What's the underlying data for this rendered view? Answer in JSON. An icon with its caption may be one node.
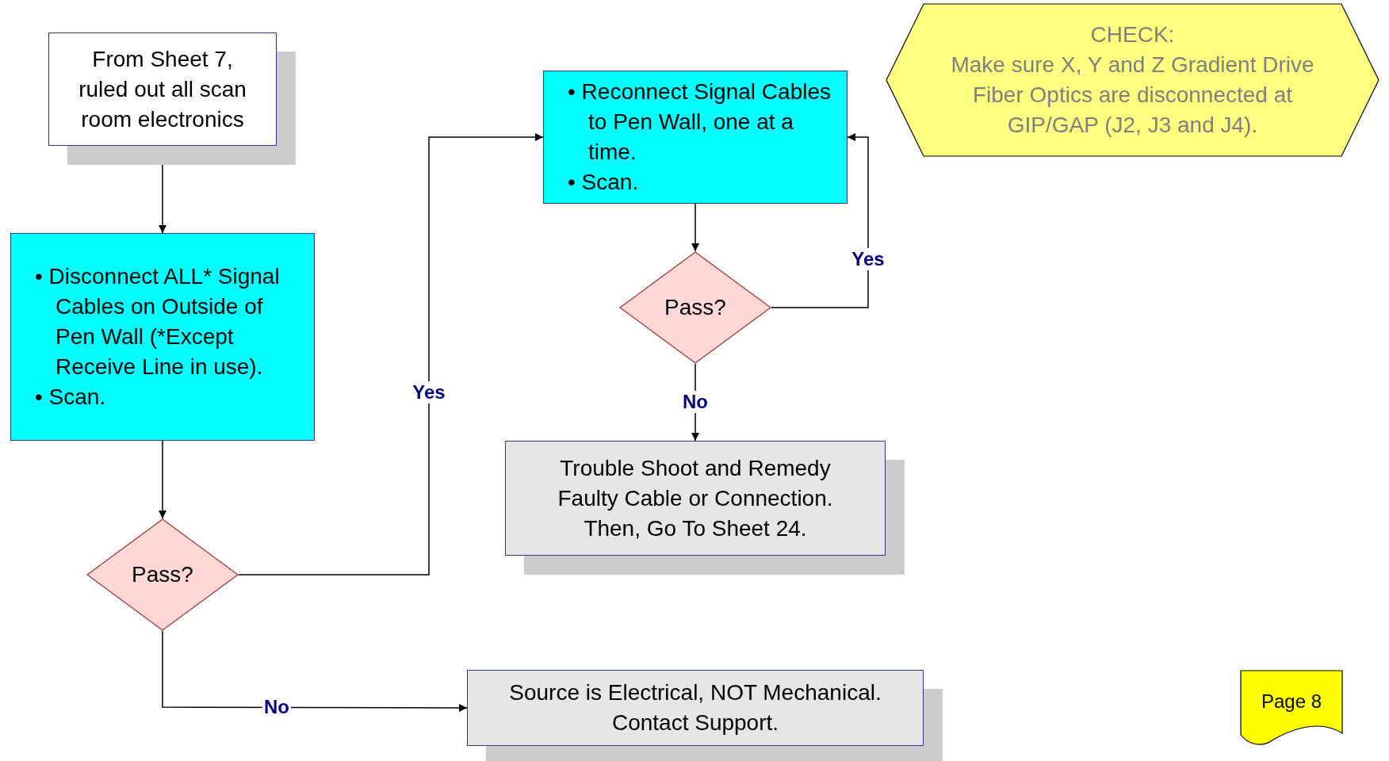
{
  "diagram": {
    "nodes": [
      {
        "text": [
          "From Sheet 7, ruled out all scan room electronics"
        ]
      },
      {
        "text": [
          "• Disconnect ALL* Signal Cables on Outside of Pen Wall (*Except Receive Line in use).",
          "• Scan."
        ]
      },
      {
        "text": [
          "Pass?"
        ]
      },
      {
        "text": [
          "• Reconnect Signal Cables to Pen Wall, one at a time.",
          "• Scan."
        ]
      },
      {
        "text": [
          "Pass?"
        ]
      },
      {
        "text": [
          "Trouble Shoot and Remedy Faulty Cable or Connection. Then, Go To Sheet 24."
        ]
      },
      {
        "text": [
          "Source is Electrical, NOT Mechanical. Contact Support."
        ]
      },
      {
        "text": [
          "CHECK:",
          "Make sure X, Y and Z Gradient Drive Fiber Optics are disconnected at GIP/GAP (J2, J3 and J4)."
        ]
      },
      {
        "text": [
          "Page 8"
        ]
      }
    ],
    "edges": [
      {
        "from": 0,
        "to": 1,
        "arrow": "to"
      },
      {
        "from": 1,
        "to": 2,
        "arrow": "to"
      },
      {
        "from": 2,
        "to": 3,
        "arrow": "to",
        "label": "Yes"
      },
      {
        "from": 2,
        "to": 6,
        "arrow": "to",
        "label": "No"
      },
      {
        "from": 3,
        "to": 4,
        "arrow": "to"
      },
      {
        "from": 4,
        "to": 3,
        "arrow": "to",
        "label": "Yes"
      },
      {
        "from": 4,
        "to": 5,
        "arrow": "to",
        "label": "No"
      }
    ]
  }
}
